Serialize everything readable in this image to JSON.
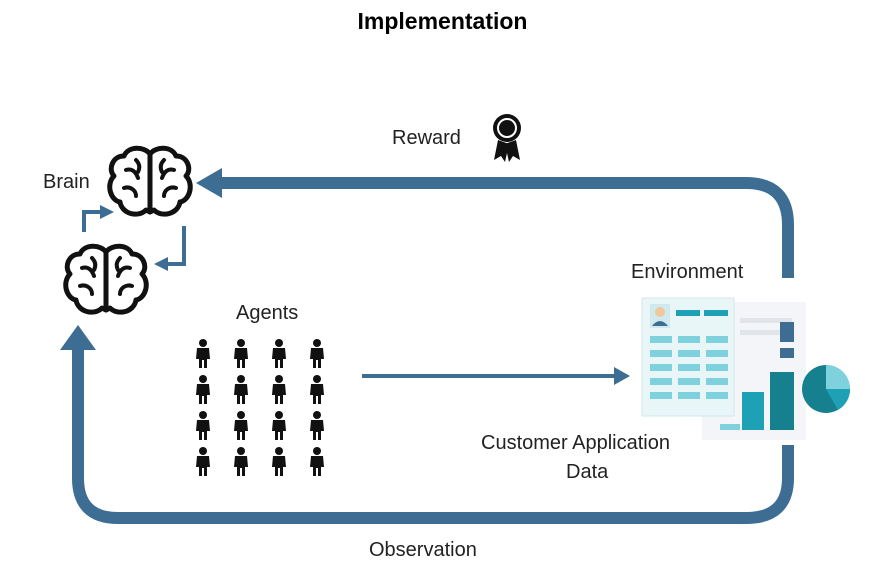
{
  "title": "Implementation",
  "labels": {
    "reward": "Reward",
    "brain": "Brain",
    "environment": "Environment",
    "agents": "Agents",
    "env_caption_line1": "Customer Application",
    "env_caption_line2": "Data",
    "observation": "Observation"
  },
  "icons": {
    "brain": "brain-icon",
    "reward": "award-ribbon-icon",
    "agent": "person-icon",
    "environment": "report-dashboard-icon"
  },
  "agents_grid": {
    "rows": 4,
    "cols": 4
  },
  "colors": {
    "arrow": "#3e6d94",
    "teal": "#1ea1b4",
    "teal_dark": "#16808f",
    "teal_light": "#7fd2dd",
    "icon_dark": "#111111"
  }
}
